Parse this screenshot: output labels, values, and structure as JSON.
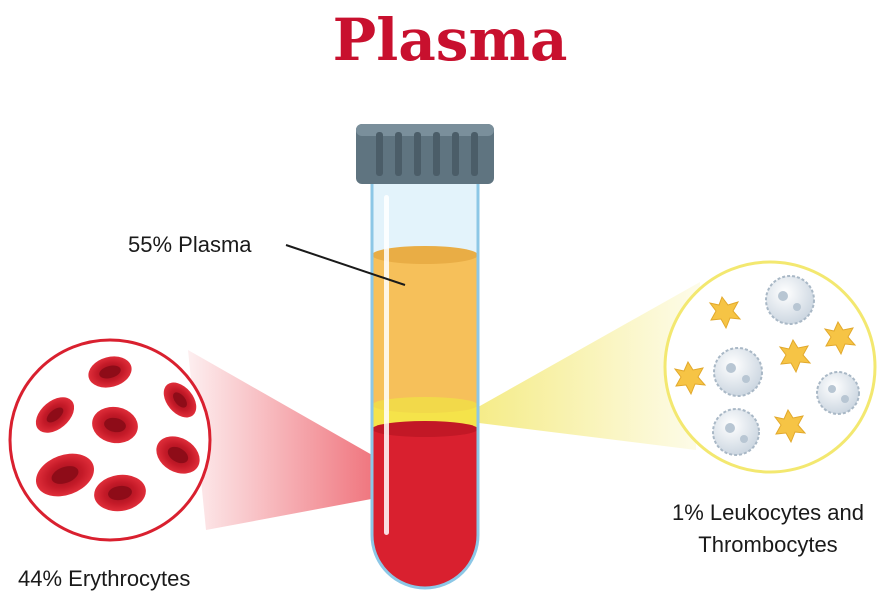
{
  "title": "Plasma",
  "labels": {
    "plasma": "55% Plasma",
    "erythrocytes": "44% Erythrocytes",
    "leukocytes_line1": "1% Leukocytes and",
    "leukocytes_line2": "Thrombocytes"
  },
  "colors": {
    "title": "#c8102e",
    "plasma": "#f6c05a",
    "buffy_coat": "#f5e34a",
    "blood": "#d9202f",
    "tube_glass": "#cfe9f7",
    "tube_outline": "#8cc7e6",
    "cap": "#5f7480",
    "zoom_red": "#e8323f",
    "zoom_yellow": "#f3e870",
    "platelet": "#f6c445",
    "leukocyte": "#dfe6ee"
  },
  "icons": [
    "test-tube-icon",
    "erythrocyte-icon",
    "leukocyte-icon",
    "thrombocyte-icon"
  ]
}
